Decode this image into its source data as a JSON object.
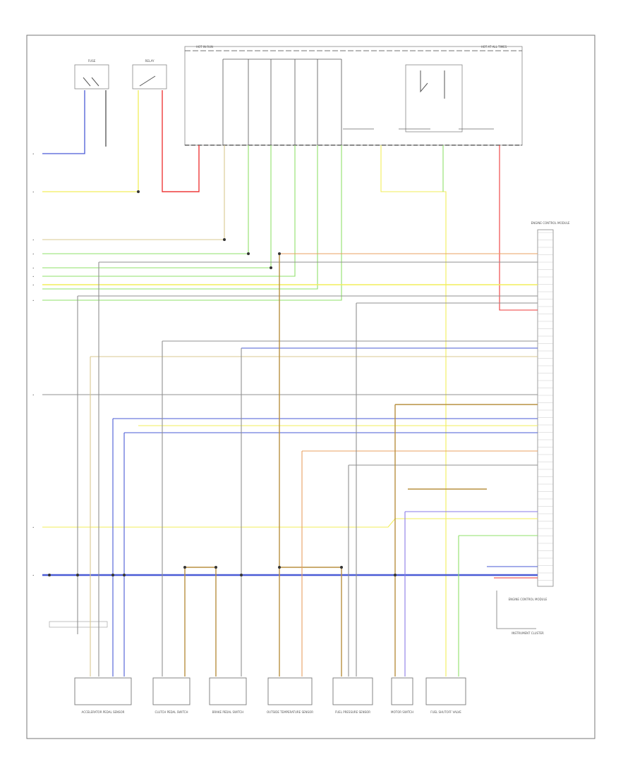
{
  "diagram": {
    "footer_code": "",
    "component_labels": {
      "fuse_a": "FUSE",
      "relay_a": "RELAY",
      "fuse_panel": "HOT IN RUN",
      "fuse_panel_right": "HOT AT ALL TIMES",
      "module_right": "ENGINE CONTROL MODULE",
      "accelerator_sensor": "ACCELERATOR PEDAL SENSOR",
      "clutch_switch": "CLUTCH PEDAL SWITCH",
      "brake_switch": "BRAKE PEDAL SWITCH",
      "pressure_sensor": "OUTSIDE TEMPERATURE SENSOR",
      "fuel_pressure": "FUEL PRESSURE SENSOR",
      "motor_switch": "MOTOR SWITCH",
      "shutoff_valve": "FUEL SHUTOFF VALVE",
      "ecm_block": "ENGINE CONTROL MODULE",
      "instrument": "INSTRUMENT CLUSTER"
    },
    "wire_colors": {
      "blue": "#4a5bd6",
      "yellow": "#f2ee5a",
      "red": "#ee3a3a",
      "green": "#8fe06a",
      "orange": "#e8a060",
      "brown": "#b89040",
      "gray": "#909090",
      "dark": "#444444",
      "violet": "#8a7ae8",
      "tan": "#d8c890"
    }
  }
}
